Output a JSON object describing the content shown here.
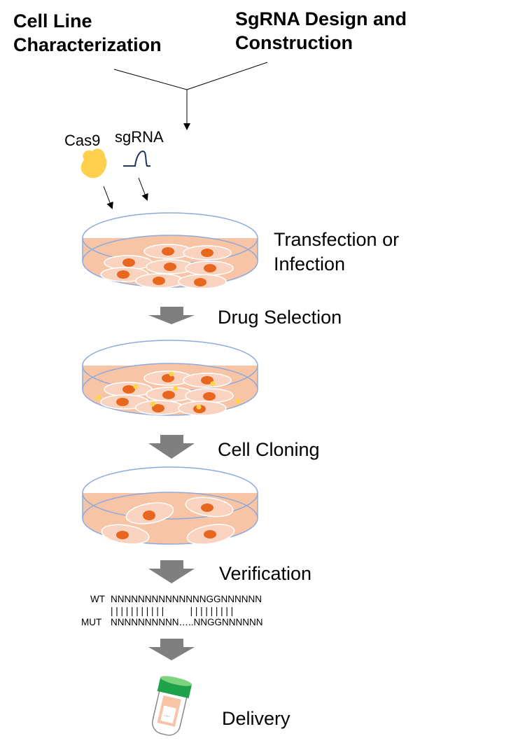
{
  "titles": {
    "left": [
      "Cell Line",
      "Characterization"
    ],
    "right": [
      "SgRNA Design and",
      "Construction"
    ]
  },
  "reagents": {
    "cas9": "Cas9",
    "sgrna": "sgRNA"
  },
  "steps": {
    "transfection": [
      "Transfection or",
      "Infection"
    ],
    "drug_selection": "Drug Selection",
    "cell_cloning": "Cell Cloning",
    "verification": "Verification",
    "delivery": "Delivery"
  },
  "alignment": {
    "wt_label": "WT",
    "wt_seq": "NNNNNNNNNNNNNNGGNNNNNN",
    "match_bars": "| | | | | | | | | | |          | | | | | | | | |",
    "mut_label": "MUT",
    "mut_seq": "NNNNNNNNNN…..NNGGNNNNNN"
  },
  "colors": {
    "dish_rim": "#8eaadb",
    "medium": "#f7c5a5",
    "cell_fill": "#f9d3c0",
    "nucleus": "#e8671f",
    "drug_dot": "#ffd447",
    "cas9": "#ffd04d",
    "arrow_gray": "#7f7f7f",
    "tube_cap": "#1fa34a"
  }
}
